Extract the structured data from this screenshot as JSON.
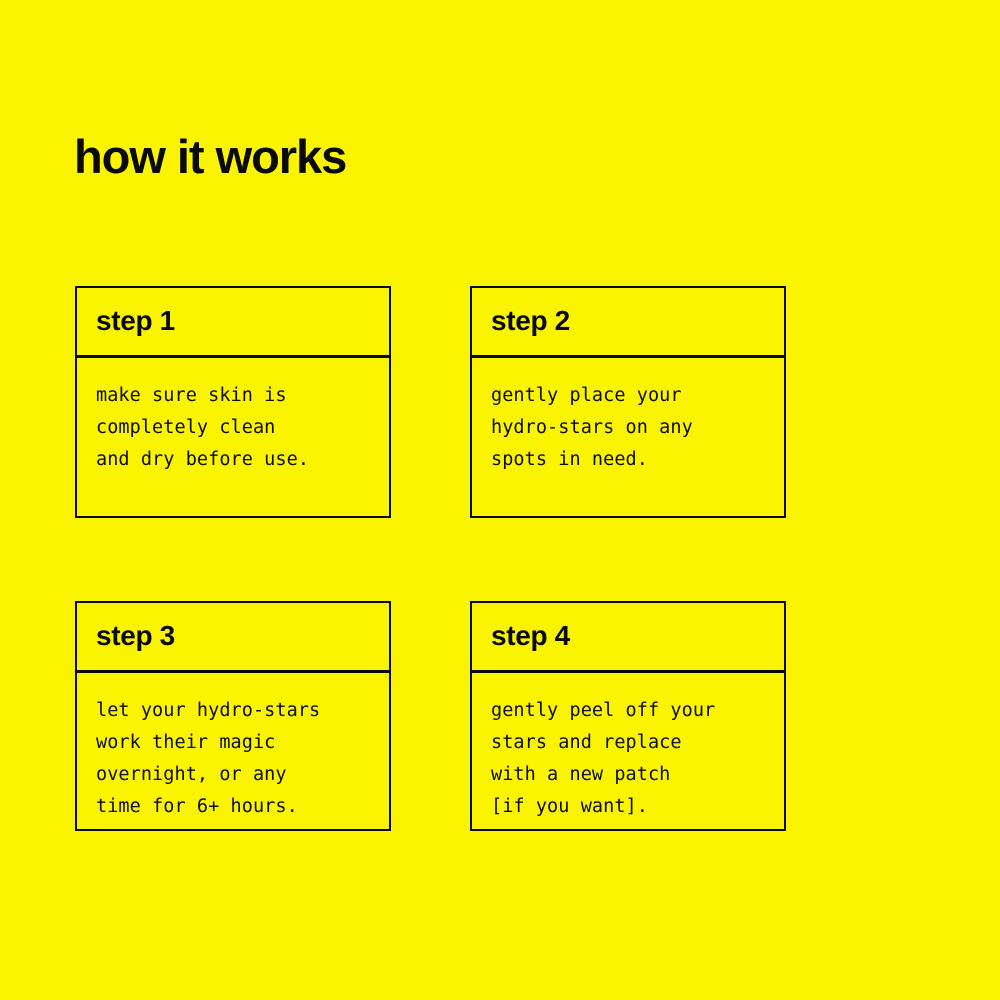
{
  "page": {
    "title": "how it works",
    "background_color": "#faf400",
    "ink_color": "#0a0a06"
  },
  "steps": [
    {
      "title": "step 1",
      "body": "make sure skin is\ncompletely clean\nand dry before use."
    },
    {
      "title": "step 2",
      "body": "gently place your\nhydro-stars on any\nspots in need."
    },
    {
      "title": "step 3",
      "body": "let your hydro-stars\nwork their magic\novernight, or any\ntime for 6+ hours."
    },
    {
      "title": "step 4",
      "body": "gently peel off your\nstars and replace\nwith a new patch\n[if you want]."
    }
  ]
}
